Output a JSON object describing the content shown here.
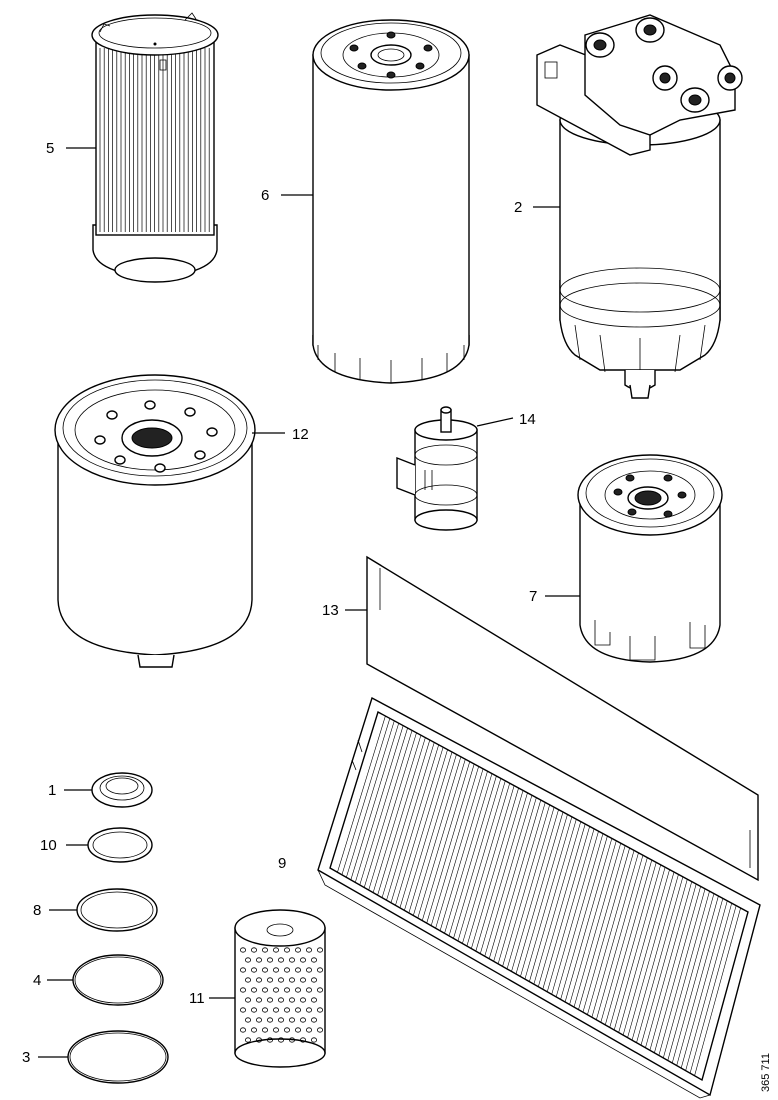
{
  "callouts": [
    "5",
    "6",
    "2",
    "12",
    "14",
    "13",
    "7",
    "1",
    "10",
    "8",
    "4",
    "3",
    "11",
    "9"
  ],
  "reference_number": "365 711",
  "parts": [
    "element-5",
    "spin-filter-6",
    "filter-housing-2",
    "spin-filter-12",
    "inline-filter-14",
    "gasket-sheet-13",
    "spin-filter-7",
    "seal-ring-1",
    "seal-ring-10",
    "o-ring-8",
    "o-ring-4",
    "o-ring-3",
    "perforated-element-11",
    "panel-filter-9"
  ]
}
